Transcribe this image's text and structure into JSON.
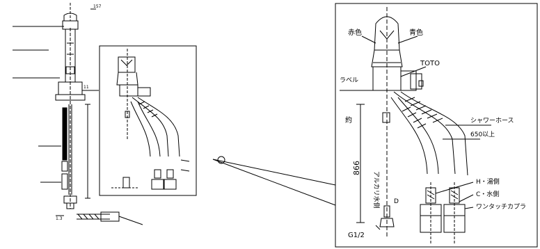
{
  "left": {
    "dim_top": "157",
    "dim_bottom": "1.3",
    "inset_dim": "11"
  },
  "zoom": {
    "red_label": "赤色",
    "blue_label": "青色",
    "model_label": "TOTO",
    "label_tag": "ラベル",
    "length_label": "約",
    "dim_866": "866",
    "hose_label": "シャワーホース",
    "hose_len": "650以上",
    "hot_side": "H・湯側",
    "cold_side": "C・水側",
    "coupling": "ワンタッチカプラ",
    "alkaline_side": "アルカリ水側",
    "thread": "G1/2",
    "small_label": "D"
  },
  "colors": {
    "line": "#000000",
    "background": "#ffffff"
  }
}
